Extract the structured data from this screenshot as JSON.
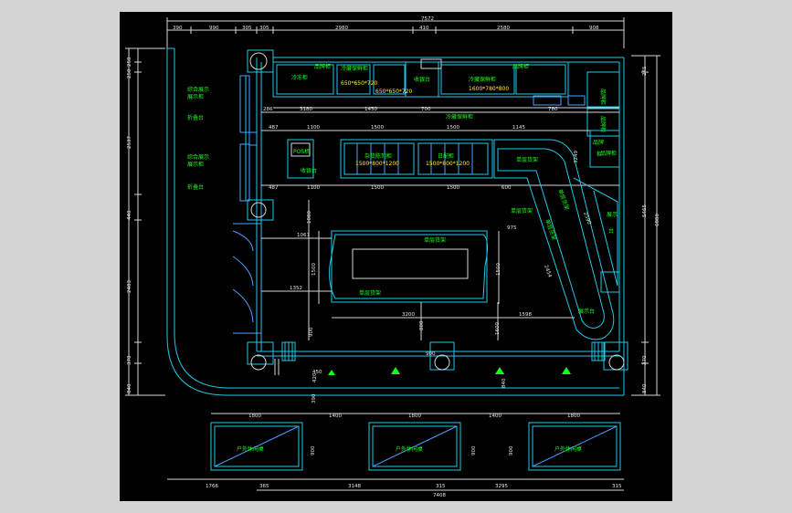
{
  "dims": {
    "top": [
      "390",
      "990",
      "305",
      "305",
      "2980",
      "410",
      "2580",
      "908"
    ],
    "overall_top": "7572",
    "left": [
      "250",
      "250",
      "2537",
      "440",
      "2483",
      "370",
      "840"
    ],
    "right": [
      "245",
      "5465",
      "6880",
      "370",
      "840"
    ],
    "row1": [
      "286",
      "3180",
      "1450",
      "700",
      "780"
    ],
    "row2": [
      "487",
      "1100",
      "1500",
      "1500",
      "1145"
    ],
    "row3": [
      "487",
      "1100",
      "1500",
      "1500",
      "600"
    ],
    "mid": [
      "1080",
      "1067",
      "1500",
      "1352",
      "1500",
      "3200",
      "1598",
      "900",
      "800",
      "975",
      "2454",
      "2590",
      "3249",
      "1600",
      "900"
    ],
    "low": [
      "420",
      "450",
      "390",
      "840"
    ],
    "bottom_top": [
      "1800",
      "1400",
      "1800",
      "1400",
      "1800"
    ],
    "bottom_side": [
      "900",
      "900",
      "900"
    ],
    "bottom": [
      "1766",
      "365",
      "3148",
      "315",
      "3295",
      "315"
    ],
    "overall_bottom": "7408"
  },
  "labels": {
    "tl1": "综合展示",
    "tl2": "展示柜",
    "tl3": "折叠台",
    "tl4": "综合展示",
    "tl5": "展示柜",
    "tl6": "折叠台",
    "back1": "品牌柜",
    "back2": "冷冻柜",
    "back3": "收银台",
    "back4": "品牌柜",
    "back5": "冷藏保鲜柜",
    "back6": "650*650*720",
    "back7": "650*650*720",
    "back8": "冷藏保鲜柜",
    "back9": "1600*780*800",
    "back10": "品牌柜",
    "back11": "品牌柜",
    "back12": "冷藏保鲜柜",
    "pos": "POS机",
    "cash": "收银台",
    "c1": "杂货陈列柜",
    "c1s": "1500*800*1200",
    "c2": "日配柜",
    "c2s": "1500*800*1200",
    "island": "单层货架",
    "island2": "单层货架",
    "r1": "单层货架",
    "r2": "单层货架",
    "r3": "单层货架",
    "r4": "展示",
    "r5": "台",
    "r6": "品牌",
    "r7": "柜",
    "r8": "品牌柜",
    "r9": "展示台",
    "r10": "单层货架",
    "b1": "户外休闲桌",
    "b2": "户外休闲桌",
    "b3": "户外休闲桌"
  }
}
